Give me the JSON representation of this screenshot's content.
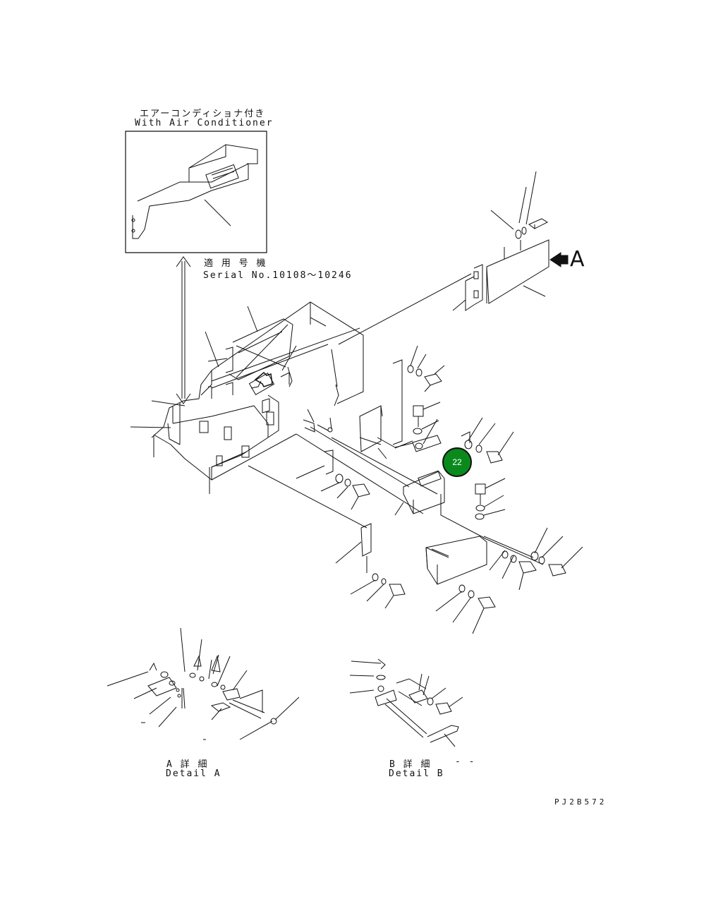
{
  "inset": {
    "title_jp": "エアーコンディショナ付き",
    "title_en": "With Air Conditioner"
  },
  "serial": {
    "label_jp": "適 用 号 機",
    "label_en": "Serial No.10108～10246"
  },
  "view_arrow": {
    "letter": "A"
  },
  "detail_a": {
    "label_jp": "A 詳 細",
    "label_en": "Detail A"
  },
  "detail_b": {
    "label_jp": "B 詳 細",
    "label_en": "Detail B"
  },
  "detail_b_marks": "- -",
  "callout": {
    "number": "22",
    "color": "#0a8a1c"
  },
  "drawing_code": "PJ2B572"
}
